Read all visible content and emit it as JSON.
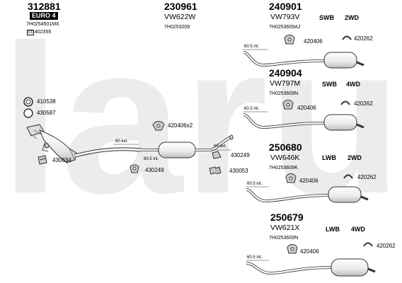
{
  "watermark": {
    "text": "laru",
    "color": "#ececec"
  },
  "colors": {
    "line": "#333333",
    "part_fill": "#f2f2f2",
    "part_shade": "#d0d0d0"
  },
  "groups": {
    "g312881": {
      "part_no": "312881",
      "badge": "EURO 4",
      "code1": "7H0254501MX",
      "code2": "402355"
    },
    "g230961": {
      "part_no": "230961",
      "ref": "VW622W",
      "code": "7H0253209"
    },
    "g240901": {
      "part_no": "240901",
      "ref": "VW793V",
      "code": "7H0253609AJ",
      "wheelbase": "SWB",
      "drive": "2WD"
    },
    "g240904": {
      "part_no": "240904",
      "ref": "VW797M",
      "code": "7H0253609N",
      "wheelbase": "SWB",
      "drive": "4WD"
    },
    "g250680": {
      "part_no": "250680",
      "ref": "VW646K",
      "code": "7H0253609K",
      "wheelbase": "LWB",
      "drive": "2WD"
    },
    "g250679": {
      "part_no": "250679",
      "ref": "VW621X",
      "code": "7H0253609N",
      "wheelbase": "LWB",
      "drive": "4WD"
    }
  },
  "accessories": {
    "a410538": "410538",
    "a430587": "430587",
    "a430634": "430634",
    "a420406x2": "420406x2",
    "a430249_right": "430249",
    "a430249_left": "430249",
    "a430053": "430053",
    "a420406_r1": "420406",
    "a420262_r1": "420262",
    "a420406_r2": "420406",
    "a420262_r2": "420262",
    "a420406_r3": "420406",
    "a420262_r3": "420262",
    "a420406_r4": "420406",
    "a420262_r4": "420262"
  },
  "pipe_labels": {
    "cat_ext": "60 ext.",
    "mid_int": "60.5 int.",
    "mid_ext": "60 ext.",
    "r1_int": "60.5 int.",
    "r2_int": "60.5 int.",
    "r3_int": "60.5 int.",
    "r4_int": "60.5 int."
  }
}
